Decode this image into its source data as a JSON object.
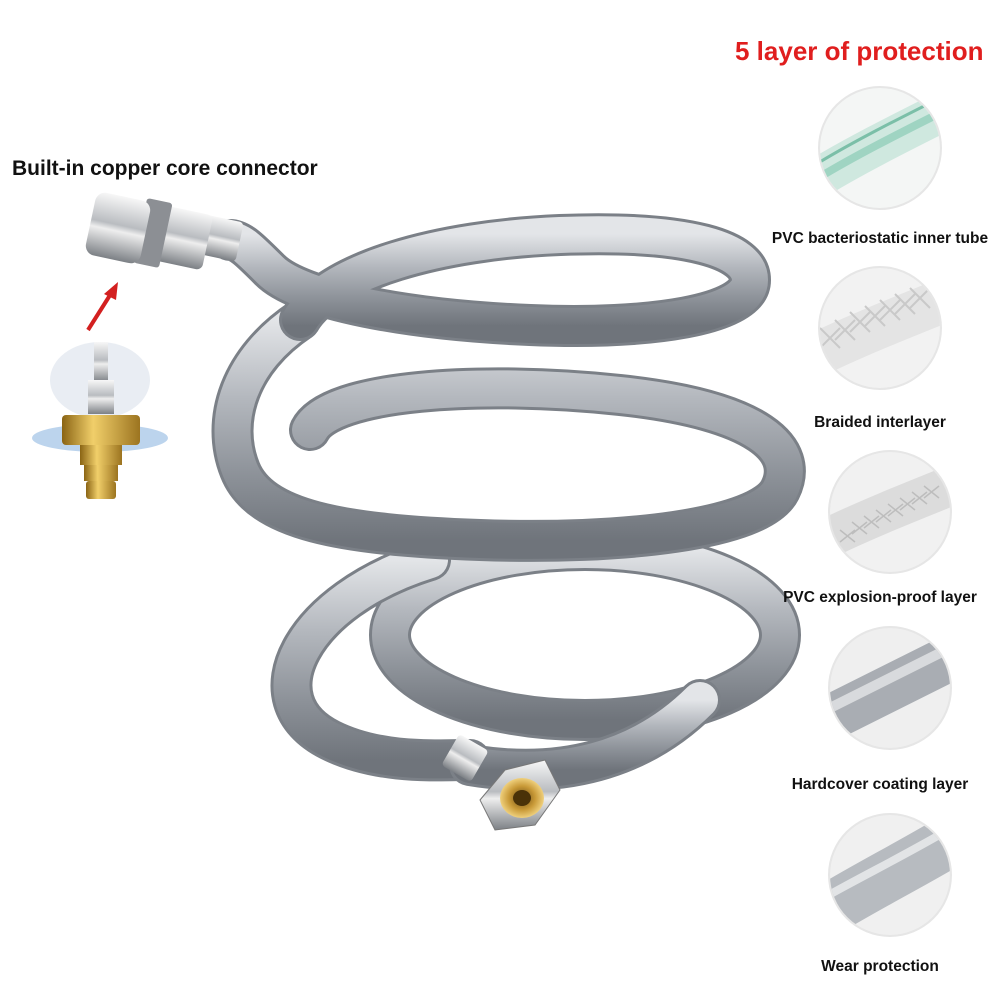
{
  "title": "5 layer of protection",
  "connector_label": "Built-in copper core connector",
  "layers": [
    {
      "label": "PVC bacteriostatic inner tube",
      "icon": "green-pvc-tube"
    },
    {
      "label": "Braided interlayer",
      "icon": "braided-mesh-tube"
    },
    {
      "label": "PVC explosion-proof layer",
      "icon": "mesh-explosion-proof-tube"
    },
    {
      "label": "Hardcover coating layer",
      "icon": "silver-coated-tube"
    },
    {
      "label": "Wear protection",
      "icon": "silver-outer-tube"
    }
  ],
  "colors": {
    "title": "#e01e1e",
    "hose_silver": "#a9adb3",
    "brass": "#c9a13a",
    "arrow": "#d32020"
  }
}
